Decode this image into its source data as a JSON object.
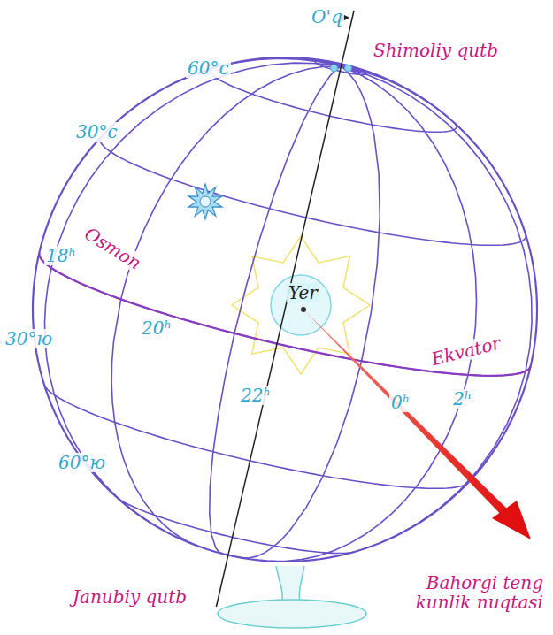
{
  "diagram": {
    "labels": [
      "O'q",
      "Shimoliy qutb",
      "60°c",
      "30°c",
      "Osmon",
      "18ʰ",
      "30°ю",
      "20ʰ",
      "Yer",
      "22ʰ",
      "0ʰ",
      "2ʰ",
      "Ekvator",
      "60°ю",
      "Janubiy qutb",
      "Bahorgi teng kunlik nuqtasi"
    ]
  }
}
